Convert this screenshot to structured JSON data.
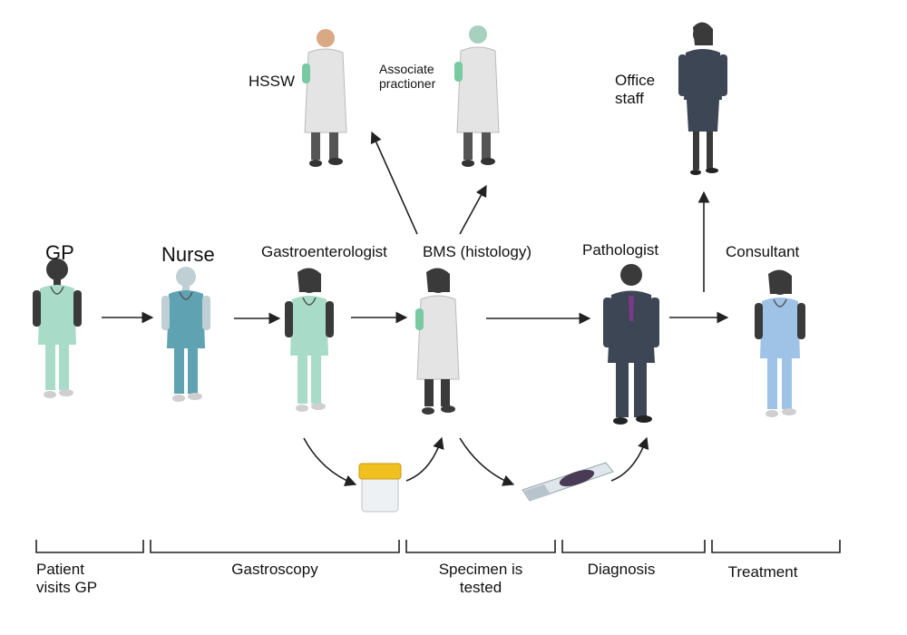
{
  "roles": {
    "gp": "GP",
    "nurse": "Nurse",
    "gastroenterologist": "Gastroenterologist",
    "bms": "BMS (histology)",
    "pathologist": "Pathologist",
    "consultant": "Consultant",
    "hssw": "HSSW",
    "associate_line1": "Associate",
    "associate_line2": "practioner",
    "office_line1": "Office",
    "office_line2": "staff"
  },
  "stages": [
    {
      "line1": "Patient",
      "line2": "visits GP"
    },
    {
      "line1": "Gastroscopy",
      "line2": ""
    },
    {
      "line1": "Specimen is",
      "line2": "tested"
    },
    {
      "line1": "Diagnosis",
      "line2": ""
    },
    {
      "line1": "Treatment",
      "line2": ""
    }
  ],
  "colors": {
    "scrub_green": "#a8dcc8",
    "scrub_teal": "#5fa3b3",
    "scrub_blue": "#9ec3e6",
    "lab_coat": "#e4e4e4",
    "suit": "#3c4654",
    "skin": "#3a3a3a",
    "container_lid": "#f0c020",
    "tissue": "#4a3a55"
  }
}
